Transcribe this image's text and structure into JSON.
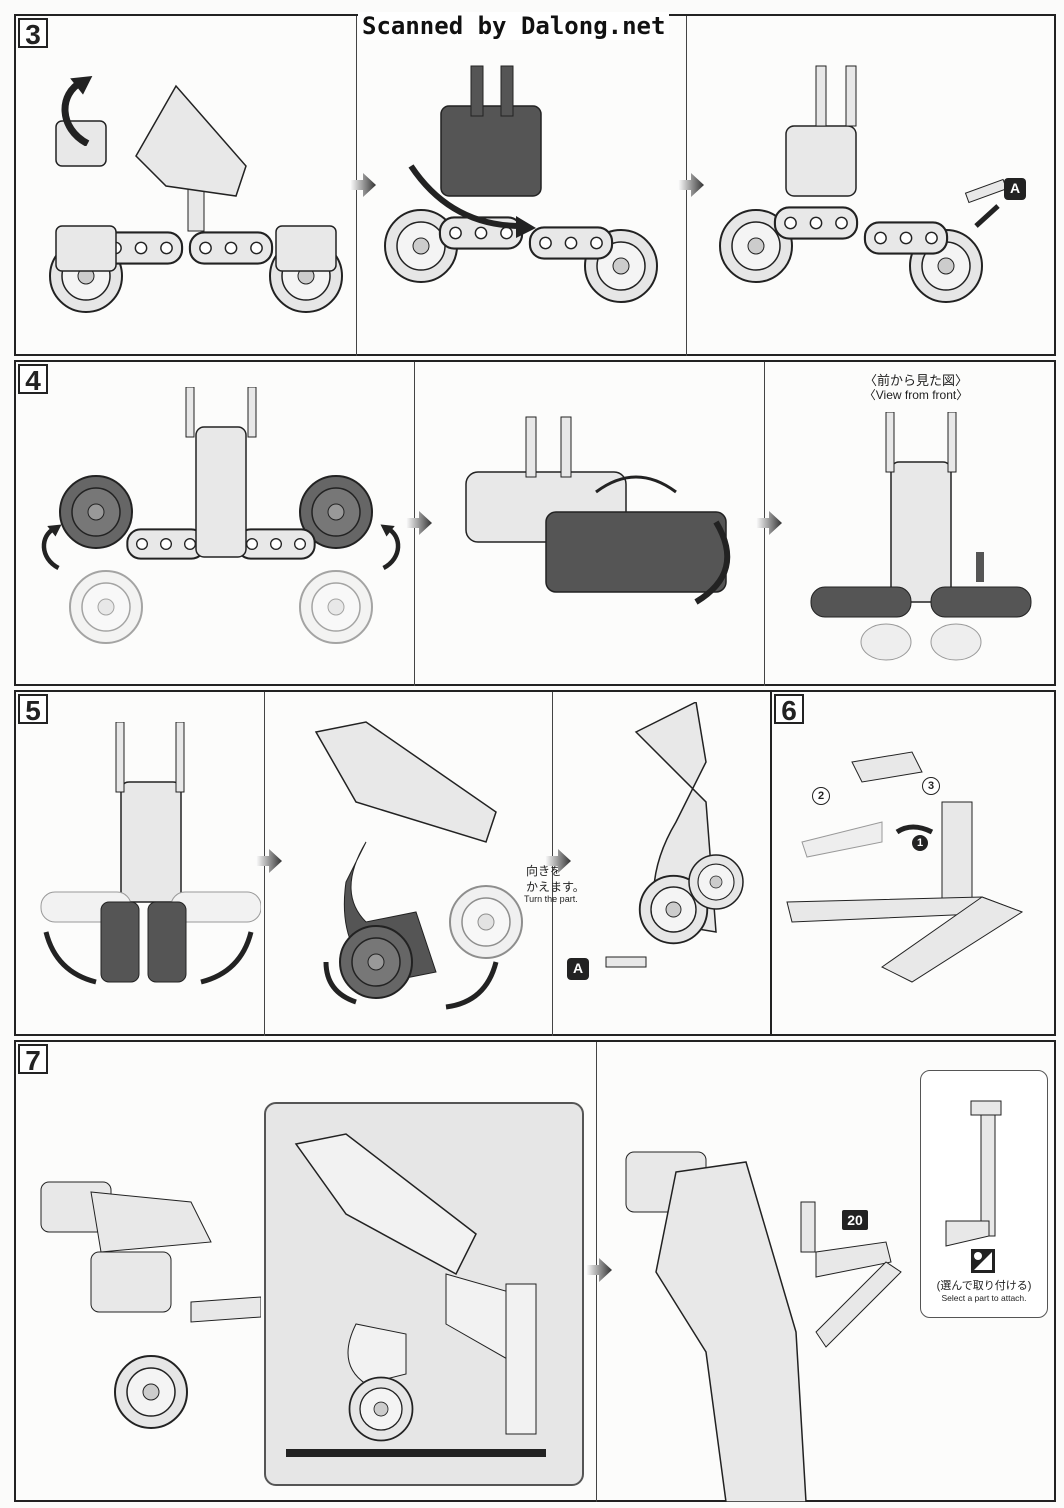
{
  "watermark": "Scanned by Dalong.net",
  "steps": [
    {
      "number": "3"
    },
    {
      "number": "4",
      "note_jp": "〈前から見た図〉",
      "note_en": "〈View from front〉"
    },
    {
      "number": "5",
      "note_jp_1": "向きを",
      "note_jp_2": "かえます。",
      "note_en": "Turn the part."
    },
    {
      "number": "6",
      "order": [
        "1",
        "2",
        "3"
      ]
    },
    {
      "number": "7",
      "part_number": "20",
      "note_jp": "(選んで取り付ける)",
      "note_en": "Select a part to attach."
    }
  ],
  "part_label": "A",
  "colors": {
    "line": "#222222",
    "part_light": "#e8e8e8",
    "part_dark": "#555555",
    "inset_bg": "#e6e6e6"
  }
}
